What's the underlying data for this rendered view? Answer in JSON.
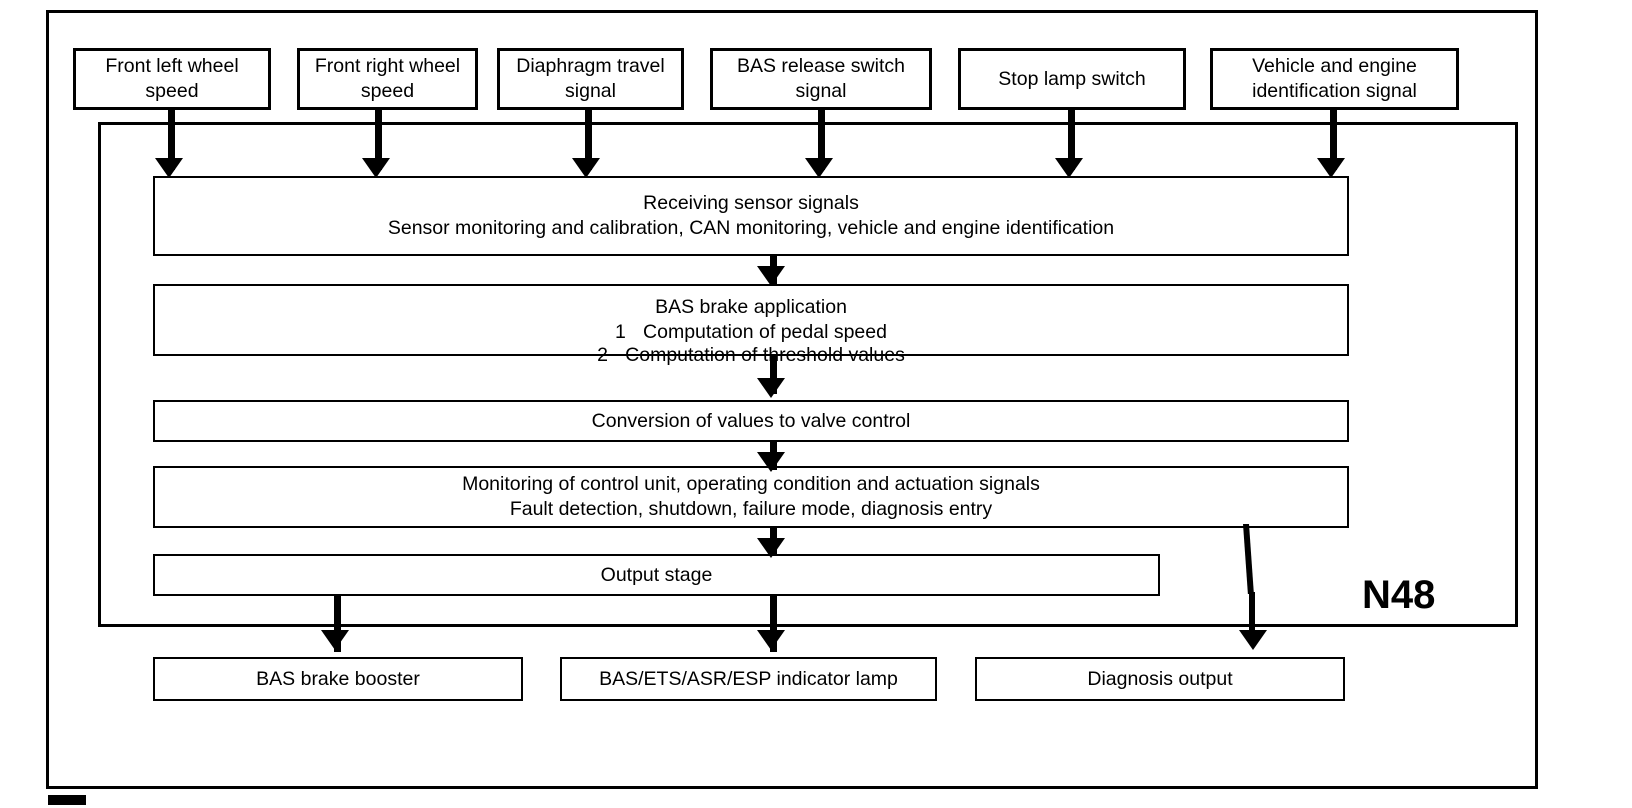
{
  "diagram": {
    "unit_label": "N48",
    "inputs": [
      {
        "label": "Front left wheel speed",
        "line1": "Front left wheel",
        "line2": "speed"
      },
      {
        "label": "Front right wheel speed",
        "line1": "Front right wheel",
        "line2": "speed"
      },
      {
        "label": "Diaphragm travel signal",
        "line1": "Diaphragm travel",
        "line2": "signal"
      },
      {
        "label": "BAS release switch signal",
        "line1": "BAS release switch",
        "line2": "signal"
      },
      {
        "label": "Stop lamp switch",
        "line1": "Stop lamp switch",
        "line2": ""
      },
      {
        "label": "Vehicle and engine identification signal",
        "line1": "Vehicle and engine",
        "line2": "identification signal"
      }
    ],
    "stages": [
      {
        "id": "receiving-sensor-signals",
        "line1": "Receiving sensor signals",
        "line2": "Sensor monitoring and calibration, CAN monitoring, vehicle and engine identification"
      },
      {
        "id": "bas-brake-application",
        "line1": "BAS brake application",
        "items": [
          {
            "num": "1",
            "text": "Computation of pedal speed"
          },
          {
            "num": "2",
            "text": "Computation of threshold values"
          }
        ]
      },
      {
        "id": "conversion-of-values",
        "line1": "Conversion of values to valve control"
      },
      {
        "id": "monitoring-of-control-unit",
        "line1": "Monitoring of control unit, operating condition and actuation signals",
        "line2": "Fault detection, shutdown, failure mode, diagnosis entry"
      },
      {
        "id": "output-stage",
        "line1": "Output stage"
      }
    ],
    "outputs": [
      {
        "label": "BAS brake booster"
      },
      {
        "label": "BAS/ETS/ASR/ESP indicator lamp"
      },
      {
        "label": "Diagnosis output"
      }
    ]
  }
}
